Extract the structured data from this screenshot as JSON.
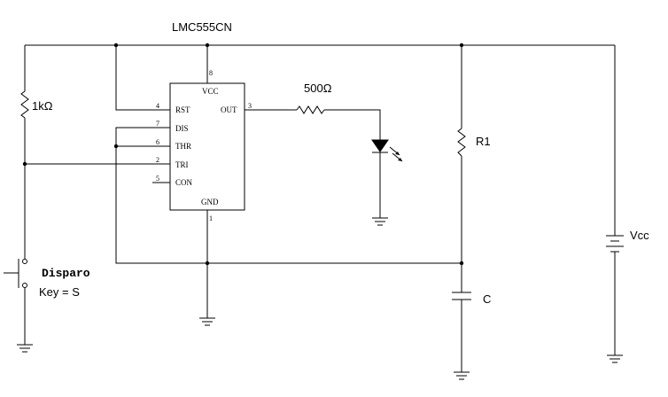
{
  "chip": {
    "part_name": "LMC555CN",
    "vcc_label": "VCC",
    "gnd_label": "GND",
    "pins": {
      "rst": {
        "name": "RST",
        "num": "4"
      },
      "dis": {
        "name": "DIS",
        "num": "7"
      },
      "thr": {
        "name": "THR",
        "num": "6"
      },
      "tri": {
        "name": "TRI",
        "num": "2"
      },
      "con": {
        "name": "CON",
        "num": "5"
      },
      "out": {
        "name": "OUT",
        "num": "3"
      },
      "vcc": {
        "num": "8"
      },
      "gnd": {
        "num": "1"
      }
    }
  },
  "components": {
    "r_pullup": "1kΩ",
    "r_led": "500Ω",
    "r1": "R1",
    "cap": "C",
    "supply": "Vcc",
    "switch_name": "Disparo",
    "switch_key": "Key = S"
  }
}
